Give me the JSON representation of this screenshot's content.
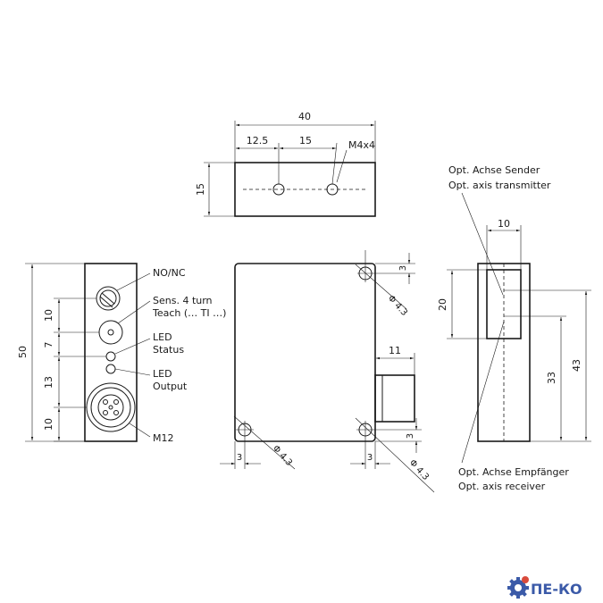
{
  "top_view": {
    "dim_overall": "40",
    "dim_first_hole": "12.5",
    "dim_hole_spacing": "15",
    "thread_label": "M4x4",
    "dim_height": "15"
  },
  "left_view": {
    "dim_total": "50",
    "dim_a": "10",
    "dim_b": "7",
    "dim_c": "13",
    "dim_d": "10",
    "callout_switch": "NO/NC",
    "callout_pot_line1": "Sens. 4 turn",
    "callout_pot_line2": "Teach (… TI …)",
    "callout_led_status_line1": "LED",
    "callout_led_status_line2": "Status",
    "callout_led_output_line1": "LED",
    "callout_led_output_line2": "Output",
    "callout_connector": "M12"
  },
  "front_view": {
    "dim_hole_tr_offset": "3",
    "dim_hole_tr_diameter": "Φ 4.3",
    "dim_connector_width": "11",
    "dim_hole_br_offset": "3",
    "dim_hole_bl_x": "3",
    "dim_hole_bl_diameter": "Φ 4.3",
    "dim_hole_br_x": "3",
    "dim_hole_br_diameter": "Φ 4.3"
  },
  "right_view": {
    "transmitter_label_de": "Opt. Achse Sender",
    "transmitter_label_en": "Opt. axis transmitter",
    "receiver_label_de": "Opt. Achse Empfänger",
    "receiver_label_en": "Opt. axis receiver",
    "dim_window_width": "10",
    "dim_window_height": "20",
    "dim_receiver_axis": "33",
    "dim_transmitter_axis": "43"
  },
  "logo": {
    "text": "ПЕ-КО"
  }
}
